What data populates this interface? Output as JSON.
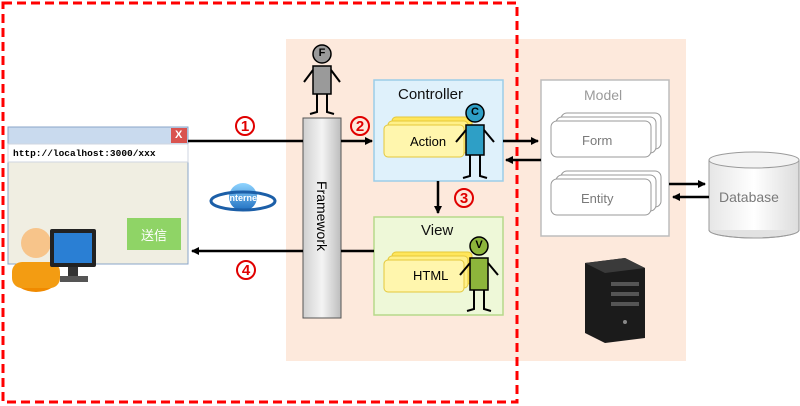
{
  "browser": {
    "close_glyph": "X",
    "url": "http://localhost:3000/xxx",
    "send_button": "送信"
  },
  "internet_label": "Internet",
  "framework": {
    "label": "Framework",
    "figure_letter": "F"
  },
  "controller": {
    "title": "Controller",
    "action_label": "Action",
    "figure_letter": "C"
  },
  "view": {
    "title": "View",
    "html_label": "HTML",
    "figure_letter": "V"
  },
  "model": {
    "title": "Model",
    "form_label": "Form",
    "entity_label": "Entity"
  },
  "database": {
    "label": "Database"
  },
  "steps": {
    "one": "1",
    "two": "2",
    "three": "3",
    "four": "4"
  },
  "colors": {
    "server_area": "#fde9dc",
    "boundary": "#ff0000",
    "controller_bg": "#dff1fb",
    "view_bg": "#eef8d8",
    "note_yellow": "#fff089",
    "figure_f": "#9a9a9a",
    "figure_c": "#2e9fc6",
    "figure_v": "#8db53b",
    "send_button": "#8fd466",
    "step_red": "#e00000"
  }
}
